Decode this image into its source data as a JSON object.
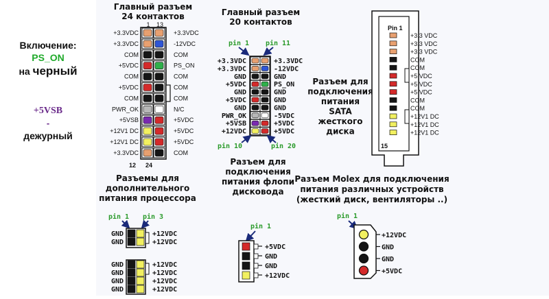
{
  "left_note": {
    "power_on_label": "Включение:",
    "power_on_signal": "PS_ON",
    "power_on_target_prefix": "на",
    "power_on_target": "черный",
    "standby_signal": "+5VSB",
    "standby_dash": "-",
    "standby_desc": "дежурный"
  },
  "colors": {
    "orange": "#e8a070",
    "blue": "#2f56d6",
    "black": "#151515",
    "green": "#2fb04a",
    "red": "#d42a2a",
    "gray": "#b8b8b8",
    "purple": "#7a2ab0",
    "yellow": "#f2f060",
    "white": "#ffffff",
    "ps_on_green": "#1faa2a",
    "standby_purple": "#6a2a8a",
    "pin_label_green": "#2a9a2a"
  },
  "atx24": {
    "title_line1": "Главный разъем",
    "title_line2": "24 контактов",
    "num_top_left": "1",
    "num_top_right": "13",
    "num_bottom_left": "12",
    "num_bottom_right": "24",
    "left_labels": [
      "+3.3VDC",
      "+3.3VDC",
      "COM",
      "+5VDC",
      "COM",
      "+5VDC",
      "COM",
      "PWR_OK",
      "+5VSB",
      "+12V1 DC",
      "+12V1 DC",
      "+3.3VDC"
    ],
    "right_labels": [
      "+3.3VDC",
      "-12VDC",
      "COM",
      "PS_ON",
      "COM",
      "COM",
      "COM",
      "N/C",
      "+5VDC",
      "+5VDC",
      "+5VDC",
      "COM"
    ],
    "left_colors": [
      "orange",
      "orange",
      "black",
      "red",
      "black",
      "red",
      "black",
      "gray",
      "purple",
      "yellow",
      "yellow",
      "orange"
    ],
    "right_colors": [
      "orange",
      "blue",
      "black",
      "green",
      "black",
      "black",
      "black",
      "white",
      "red",
      "red",
      "red",
      "black"
    ]
  },
  "atx20": {
    "title_line1": "Главный разъем",
    "title_line2": "20 контактов",
    "pin1": "pin 1",
    "pin11": "pin 11",
    "pin10": "pin 10",
    "pin20": "pin 20",
    "left_labels": [
      "+3.3VDC",
      "+3.3VDC",
      "GND",
      "+5VDC",
      "GND",
      "+5VDC",
      "GND",
      "PWR_OK",
      "+5VSB",
      "+12VDC"
    ],
    "right_labels": [
      "+3.3VDC",
      "-12VDC",
      "GND",
      "PS_ON",
      "GND",
      "GND",
      "GND",
      "-5VDC",
      "+5VDC",
      "+5VDC"
    ],
    "left_colors": [
      "orange",
      "orange",
      "black",
      "red",
      "black",
      "red",
      "black",
      "gray",
      "purple",
      "yellow"
    ],
    "right_colors": [
      "orange",
      "blue",
      "black",
      "green",
      "black",
      "black",
      "black",
      "white",
      "red",
      "red"
    ]
  },
  "sata": {
    "title_lines": [
      "Разъем для",
      "подключения",
      "питания",
      "SATA",
      "жесткого",
      "диска"
    ],
    "pin1": "Pin 1",
    "pin15": "15",
    "labels": [
      "+3.3 VDC",
      "+3.3 VDC",
      "+3.3 VDC",
      "COM",
      "COM",
      "+5 VDC",
      "+5 VDC",
      "+5 VDC",
      "COM",
      "COM",
      "+12V1 DC",
      "+12V1 DC",
      "+12V1 DC"
    ],
    "colors": [
      "orange",
      "orange",
      "orange",
      "black",
      "black",
      "red",
      "red",
      "red",
      "black",
      "black",
      "yellow",
      "yellow",
      "yellow"
    ]
  },
  "cpu": {
    "title_lines": [
      "Разъемы для",
      "дополнительного",
      "питания процессора"
    ],
    "pin1": "pin 1",
    "pin3": "pin 3",
    "c4_left": [
      "GND",
      "GND"
    ],
    "c4_right": [
      "+12VDC",
      "+12VDC"
    ],
    "c8_left": [
      "GND",
      "GND",
      "GND",
      "GND"
    ],
    "c8_right": [
      "+12VDC",
      "+12VDC",
      "+12VDC",
      "+12VDC"
    ]
  },
  "floppy": {
    "title_lines": [
      "Разъем для",
      "подключения",
      "питания флопи",
      "дисковода"
    ],
    "pin1": "pin 1",
    "labels": [
      "+5VDC",
      "GND",
      "GND",
      "+12VDC"
    ],
    "colors": [
      "red",
      "black",
      "black",
      "yellow"
    ]
  },
  "molex": {
    "title_lines": [
      "Разъем Molex для подключения",
      "питания различных устройств",
      "(жесткий диск, вентиляторы ..)"
    ],
    "pin1": "pin 1",
    "labels": [
      "+12VDC",
      "GND",
      "GND",
      "+5VDC"
    ],
    "colors": [
      "yellow",
      "black",
      "black",
      "red"
    ]
  }
}
